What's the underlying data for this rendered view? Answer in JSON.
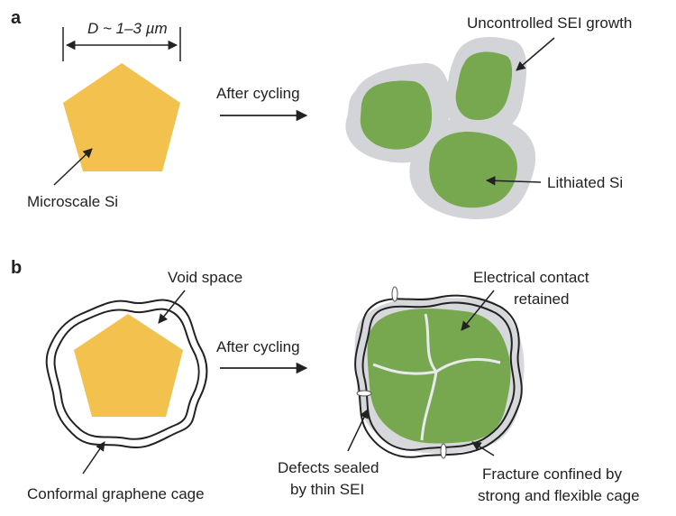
{
  "panel_a": {
    "letter": "a",
    "dimension_label": "D ~ 1–3 µm",
    "label_microscale": "Microscale Si",
    "arrow_label": "After cycling",
    "label_sei_growth": "Uncontrolled SEI growth",
    "label_lithiated": "Lithiated Si"
  },
  "panel_b": {
    "letter": "b",
    "label_void": "Void space",
    "arrow_label": "After cycling",
    "label_contact_line1": "Electrical contact",
    "label_contact_line2": "retained",
    "label_cage": "Conformal graphene cage",
    "label_defects_line1": "Defects sealed",
    "label_defects_line2": "by thin SEI",
    "label_fracture_line1": "Fracture confined by",
    "label_fracture_line2": "strong and flexible cage"
  },
  "colors": {
    "silicon": "#f2c14e",
    "lithiated_si": "#77a74f",
    "sei": "#d2d4d7",
    "cage": "#222222"
  }
}
